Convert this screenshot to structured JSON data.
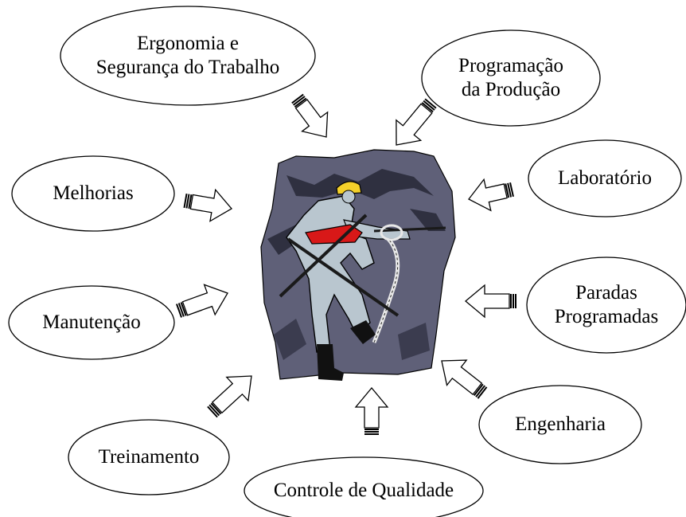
{
  "nodes": [
    {
      "id": "ergonomia",
      "lines": [
        "Ergonomia e",
        "Segurança do Trabalho"
      ]
    },
    {
      "id": "programacao",
      "lines": [
        "Programação",
        "da Produção"
      ]
    },
    {
      "id": "laboratorio",
      "lines": [
        "Laboratório"
      ]
    },
    {
      "id": "melhorias",
      "lines": [
        "Melhorias"
      ]
    },
    {
      "id": "paradas",
      "lines": [
        "Paradas",
        "Programadas"
      ]
    },
    {
      "id": "manutencao",
      "lines": [
        "Manutenção"
      ]
    },
    {
      "id": "engenharia",
      "lines": [
        "Engenharia"
      ]
    },
    {
      "id": "treinamento",
      "lines": [
        "Treinamento"
      ]
    },
    {
      "id": "controle",
      "lines": [
        "Controle de Qualidade"
      ]
    }
  ],
  "center_image": {
    "icon": "miner-clipart-icon"
  },
  "colors": {
    "stroke": "#000000",
    "rock": "#5f6078",
    "rock_dark": "#2f3040",
    "miner_suit": "#b9c6cf",
    "helmet": "#f4d02a",
    "drill": "#d81818"
  }
}
